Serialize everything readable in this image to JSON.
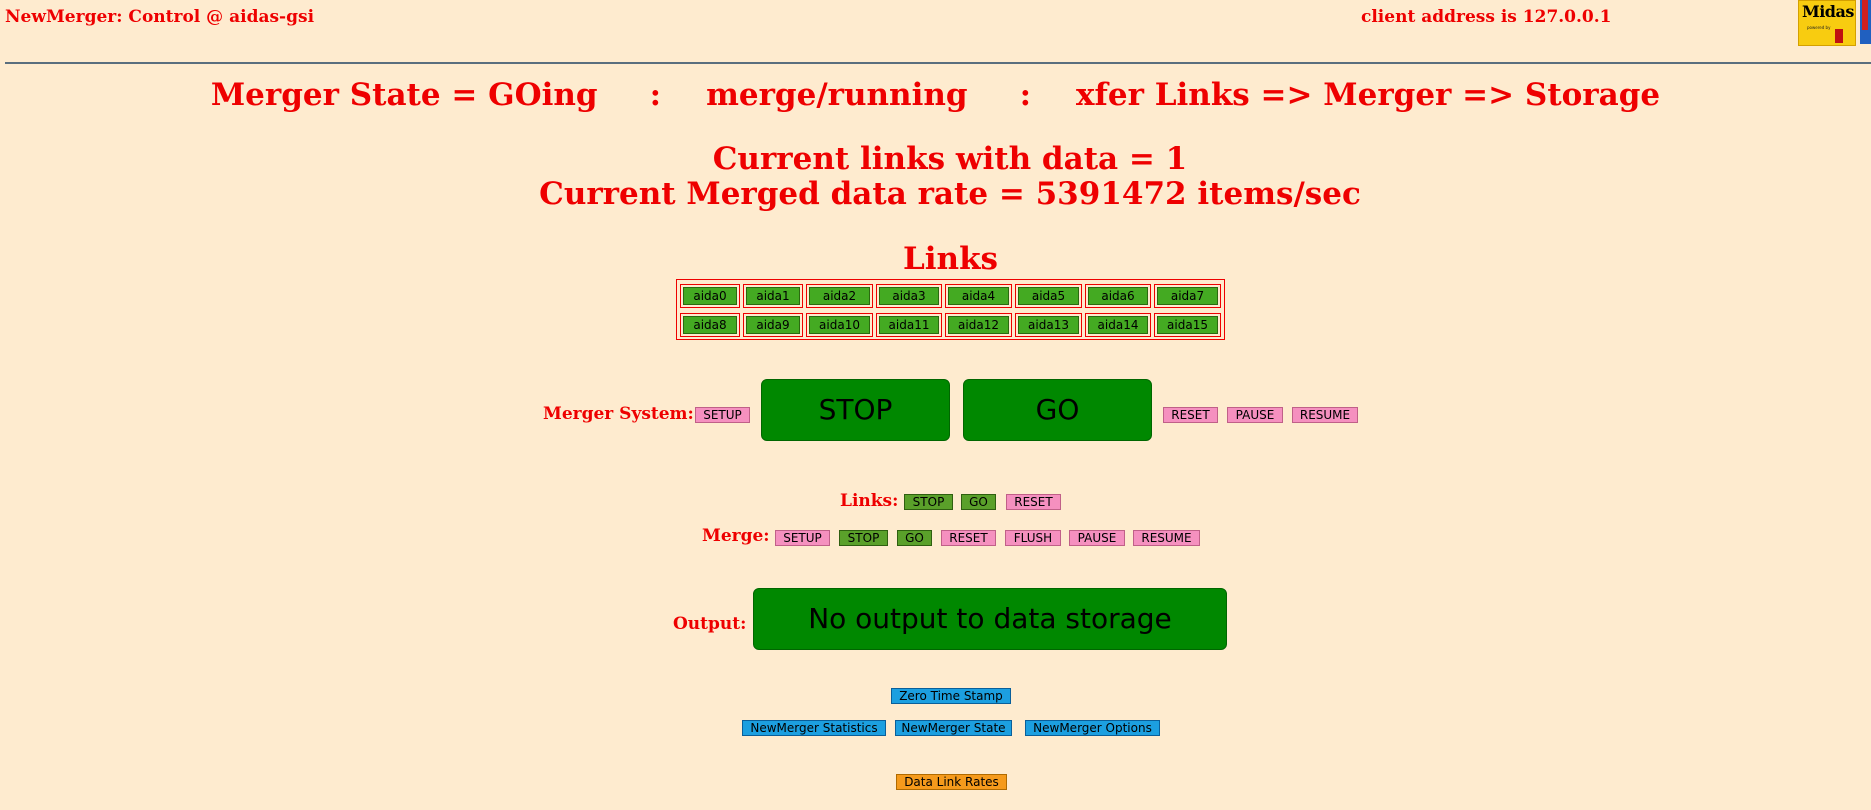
{
  "header": {
    "app_title": "NewMerger: Control @ aidas-gsi",
    "client_address": "client address is 127.0.0.1",
    "logo_text": "Midas",
    "logo_small": "powered by"
  },
  "status": {
    "state_part1": "Merger State = GOing",
    "separator": ":",
    "state_part2": "merge/running",
    "state_part3": "xfer Links => Merger => Storage",
    "links_with_data": "Current links with data = 1",
    "merged_rate": "Current Merged data rate = 5391472 items/sec"
  },
  "links": {
    "title": "Links",
    "items": [
      "aida0",
      "aida1",
      "aida2",
      "aida3",
      "aida4",
      "aida5",
      "aida6",
      "aida7",
      "aida8",
      "aida9",
      "aida10",
      "aida11",
      "aida12",
      "aida13",
      "aida14",
      "aida15"
    ]
  },
  "merger_system": {
    "label": "Merger System:",
    "setup": "SETUP",
    "stop": "STOP",
    "go": "GO",
    "reset": "RESET",
    "pause": "PAUSE",
    "resume": "RESUME"
  },
  "links_controls": {
    "label": "Links:",
    "stop": "STOP",
    "go": "GO",
    "reset": "RESET"
  },
  "merge_controls": {
    "label": "Merge:",
    "setup": "SETUP",
    "stop": "STOP",
    "go": "GO",
    "reset": "RESET",
    "flush": "FLUSH",
    "pause": "PAUSE",
    "resume": "RESUME"
  },
  "output": {
    "label": "Output:",
    "status": "No output to data storage"
  },
  "tools": {
    "zero_time_stamp": "Zero Time Stamp",
    "statistics": "NewMerger Statistics",
    "state": "NewMerger State",
    "options": "NewMerger Options",
    "data_link_rates": "Data Link Rates"
  },
  "colors": {
    "background": "#feebcf",
    "text_red": "#ee0000",
    "big_button_green": "#008800",
    "link_green": "#44aa22",
    "pink": "#f590bf",
    "blue": "#1c9fe0",
    "orange": "#f59a1c"
  }
}
